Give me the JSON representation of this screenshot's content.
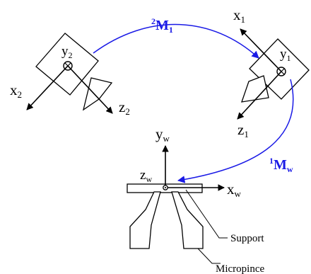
{
  "diagram": {
    "colors": {
      "stroke": "#000000",
      "transform_arrow": "#1a1ae6"
    },
    "camera2": {
      "origin_label_main": "y",
      "origin_label_sub": "2",
      "x_label_main": "x",
      "x_label_sub": "2",
      "z_label_main": "z",
      "z_label_sub": "2"
    },
    "camera1": {
      "origin_label_main": "y",
      "origin_label_sub": "1",
      "x_label_main": "x",
      "x_label_sub": "1",
      "z_label_main": "z",
      "z_label_sub": "1"
    },
    "world": {
      "y_label_main": "y",
      "y_label_sub": "w",
      "z_label_main": "z",
      "z_label_sub": "w",
      "x_label_main": "x",
      "x_label_sub": "w"
    },
    "transforms": {
      "t21_sup": "2",
      "t21_main": "M",
      "t21_sub": "1",
      "t1w_sup": "1",
      "t1w_main": "M",
      "t1w_sub": "w"
    },
    "callouts": {
      "support": "Support",
      "micropince": "Micropince"
    }
  }
}
